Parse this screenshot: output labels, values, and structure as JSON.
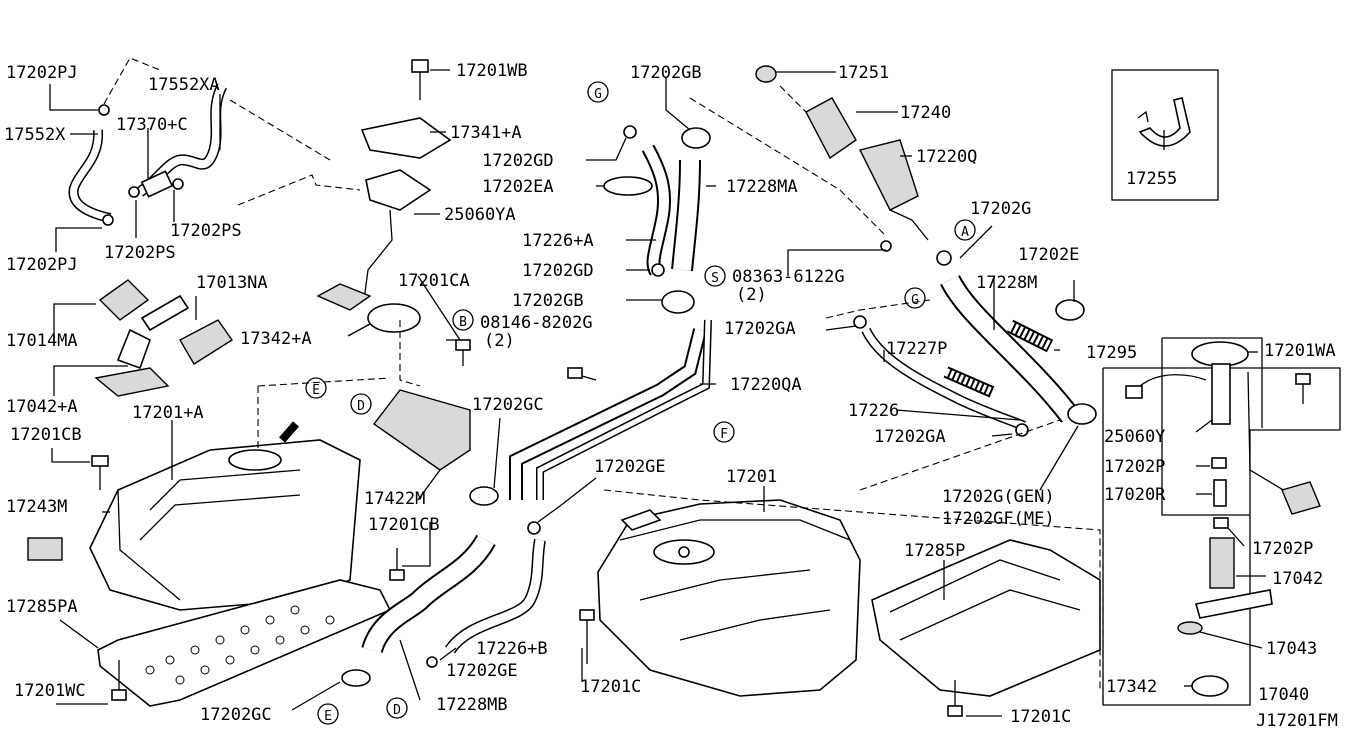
{
  "labels": [
    {
      "key": "l1",
      "text": "17202PJ"
    },
    {
      "key": "l2",
      "text": "17552XA"
    },
    {
      "key": "l3",
      "text": "17552X"
    },
    {
      "key": "l4",
      "text": "17370+C"
    },
    {
      "key": "l5",
      "text": "17202PS"
    },
    {
      "key": "l6",
      "text": "17202PJ"
    },
    {
      "key": "l7",
      "text": "17202PS"
    },
    {
      "key": "l8",
      "text": "17013NA"
    },
    {
      "key": "l9",
      "text": "17014MA"
    },
    {
      "key": "l10",
      "text": "17042+A"
    },
    {
      "key": "l11",
      "text": "17201+A"
    },
    {
      "key": "l12",
      "text": "17201CB"
    },
    {
      "key": "l13",
      "text": "17243M"
    },
    {
      "key": "l14",
      "text": "17285PA"
    },
    {
      "key": "l15",
      "text": "17201WC"
    },
    {
      "key": "l16",
      "text": "17201WB"
    },
    {
      "key": "l17",
      "text": "17341+A"
    },
    {
      "key": "l18",
      "text": "25060YA"
    },
    {
      "key": "l19",
      "text": "17201CA"
    },
    {
      "key": "l20",
      "text": "17342+A"
    },
    {
      "key": "l21",
      "text": "08146-8202G"
    },
    {
      "key": "l22",
      "text": "(2)"
    },
    {
      "key": "l23",
      "text": "17422M"
    },
    {
      "key": "l24",
      "text": "17201CB"
    },
    {
      "key": "l25",
      "text": "17202GC"
    },
    {
      "key": "l26",
      "text": "17228MB"
    },
    {
      "key": "l27",
      "text": "17202GB"
    },
    {
      "key": "l28",
      "text": "17202GD"
    },
    {
      "key": "l29",
      "text": "17202EA"
    },
    {
      "key": "l30",
      "text": "17226+A"
    },
    {
      "key": "l31",
      "text": "17202GD"
    },
    {
      "key": "l32",
      "text": "17202GB"
    },
    {
      "key": "l33",
      "text": "17228MA"
    },
    {
      "key": "l34",
      "text": "17202GC"
    },
    {
      "key": "l35",
      "text": "17220QA"
    },
    {
      "key": "l36",
      "text": "17202GE"
    },
    {
      "key": "l37",
      "text": "17226+B"
    },
    {
      "key": "l38",
      "text": "17202GE"
    },
    {
      "key": "l39",
      "text": "17201C"
    },
    {
      "key": "l40",
      "text": "17201"
    },
    {
      "key": "l41",
      "text": "17251"
    },
    {
      "key": "l42",
      "text": "17240"
    },
    {
      "key": "l43",
      "text": "17220Q"
    },
    {
      "key": "l44",
      "text": "17202G"
    },
    {
      "key": "l45",
      "text": "08363-6122G"
    },
    {
      "key": "l46",
      "text": "(2)"
    },
    {
      "key": "l47",
      "text": "17202E"
    },
    {
      "key": "l48",
      "text": "17228M"
    },
    {
      "key": "l49",
      "text": "17202GA"
    },
    {
      "key": "l50",
      "text": "17227P"
    },
    {
      "key": "l51",
      "text": "17295"
    },
    {
      "key": "l52",
      "text": "17226"
    },
    {
      "key": "l53",
      "text": "17202GA"
    },
    {
      "key": "l54",
      "text": "17202G(GEN)"
    },
    {
      "key": "l55",
      "text": "17202GF(ME)"
    },
    {
      "key": "l56",
      "text": "17285P"
    },
    {
      "key": "l57",
      "text": "17201C"
    },
    {
      "key": "l58",
      "text": "17255"
    },
    {
      "key": "l59",
      "text": "17201WA"
    },
    {
      "key": "l60",
      "text": "25060Y"
    },
    {
      "key": "l61",
      "text": "17202P"
    },
    {
      "key": "l62",
      "text": "17020R"
    },
    {
      "key": "l63",
      "text": "17202P"
    },
    {
      "key": "l64",
      "text": "17042"
    },
    {
      "key": "l65",
      "text": "17043"
    },
    {
      "key": "l66",
      "text": "17342"
    },
    {
      "key": "l67",
      "text": "17040"
    },
    {
      "key": "l68",
      "text": "J17201FM"
    }
  ],
  "circle_letters": [
    {
      "key": "c1",
      "text": "G"
    },
    {
      "key": "c2",
      "text": "S"
    },
    {
      "key": "c3",
      "text": "B"
    },
    {
      "key": "c4",
      "text": "E"
    },
    {
      "key": "c5",
      "text": "D"
    },
    {
      "key": "c6",
      "text": "A"
    },
    {
      "key": "c7",
      "text": "G"
    },
    {
      "key": "c8",
      "text": "F"
    },
    {
      "key": "c9",
      "text": "E"
    },
    {
      "key": "c10",
      "text": "D"
    }
  ]
}
